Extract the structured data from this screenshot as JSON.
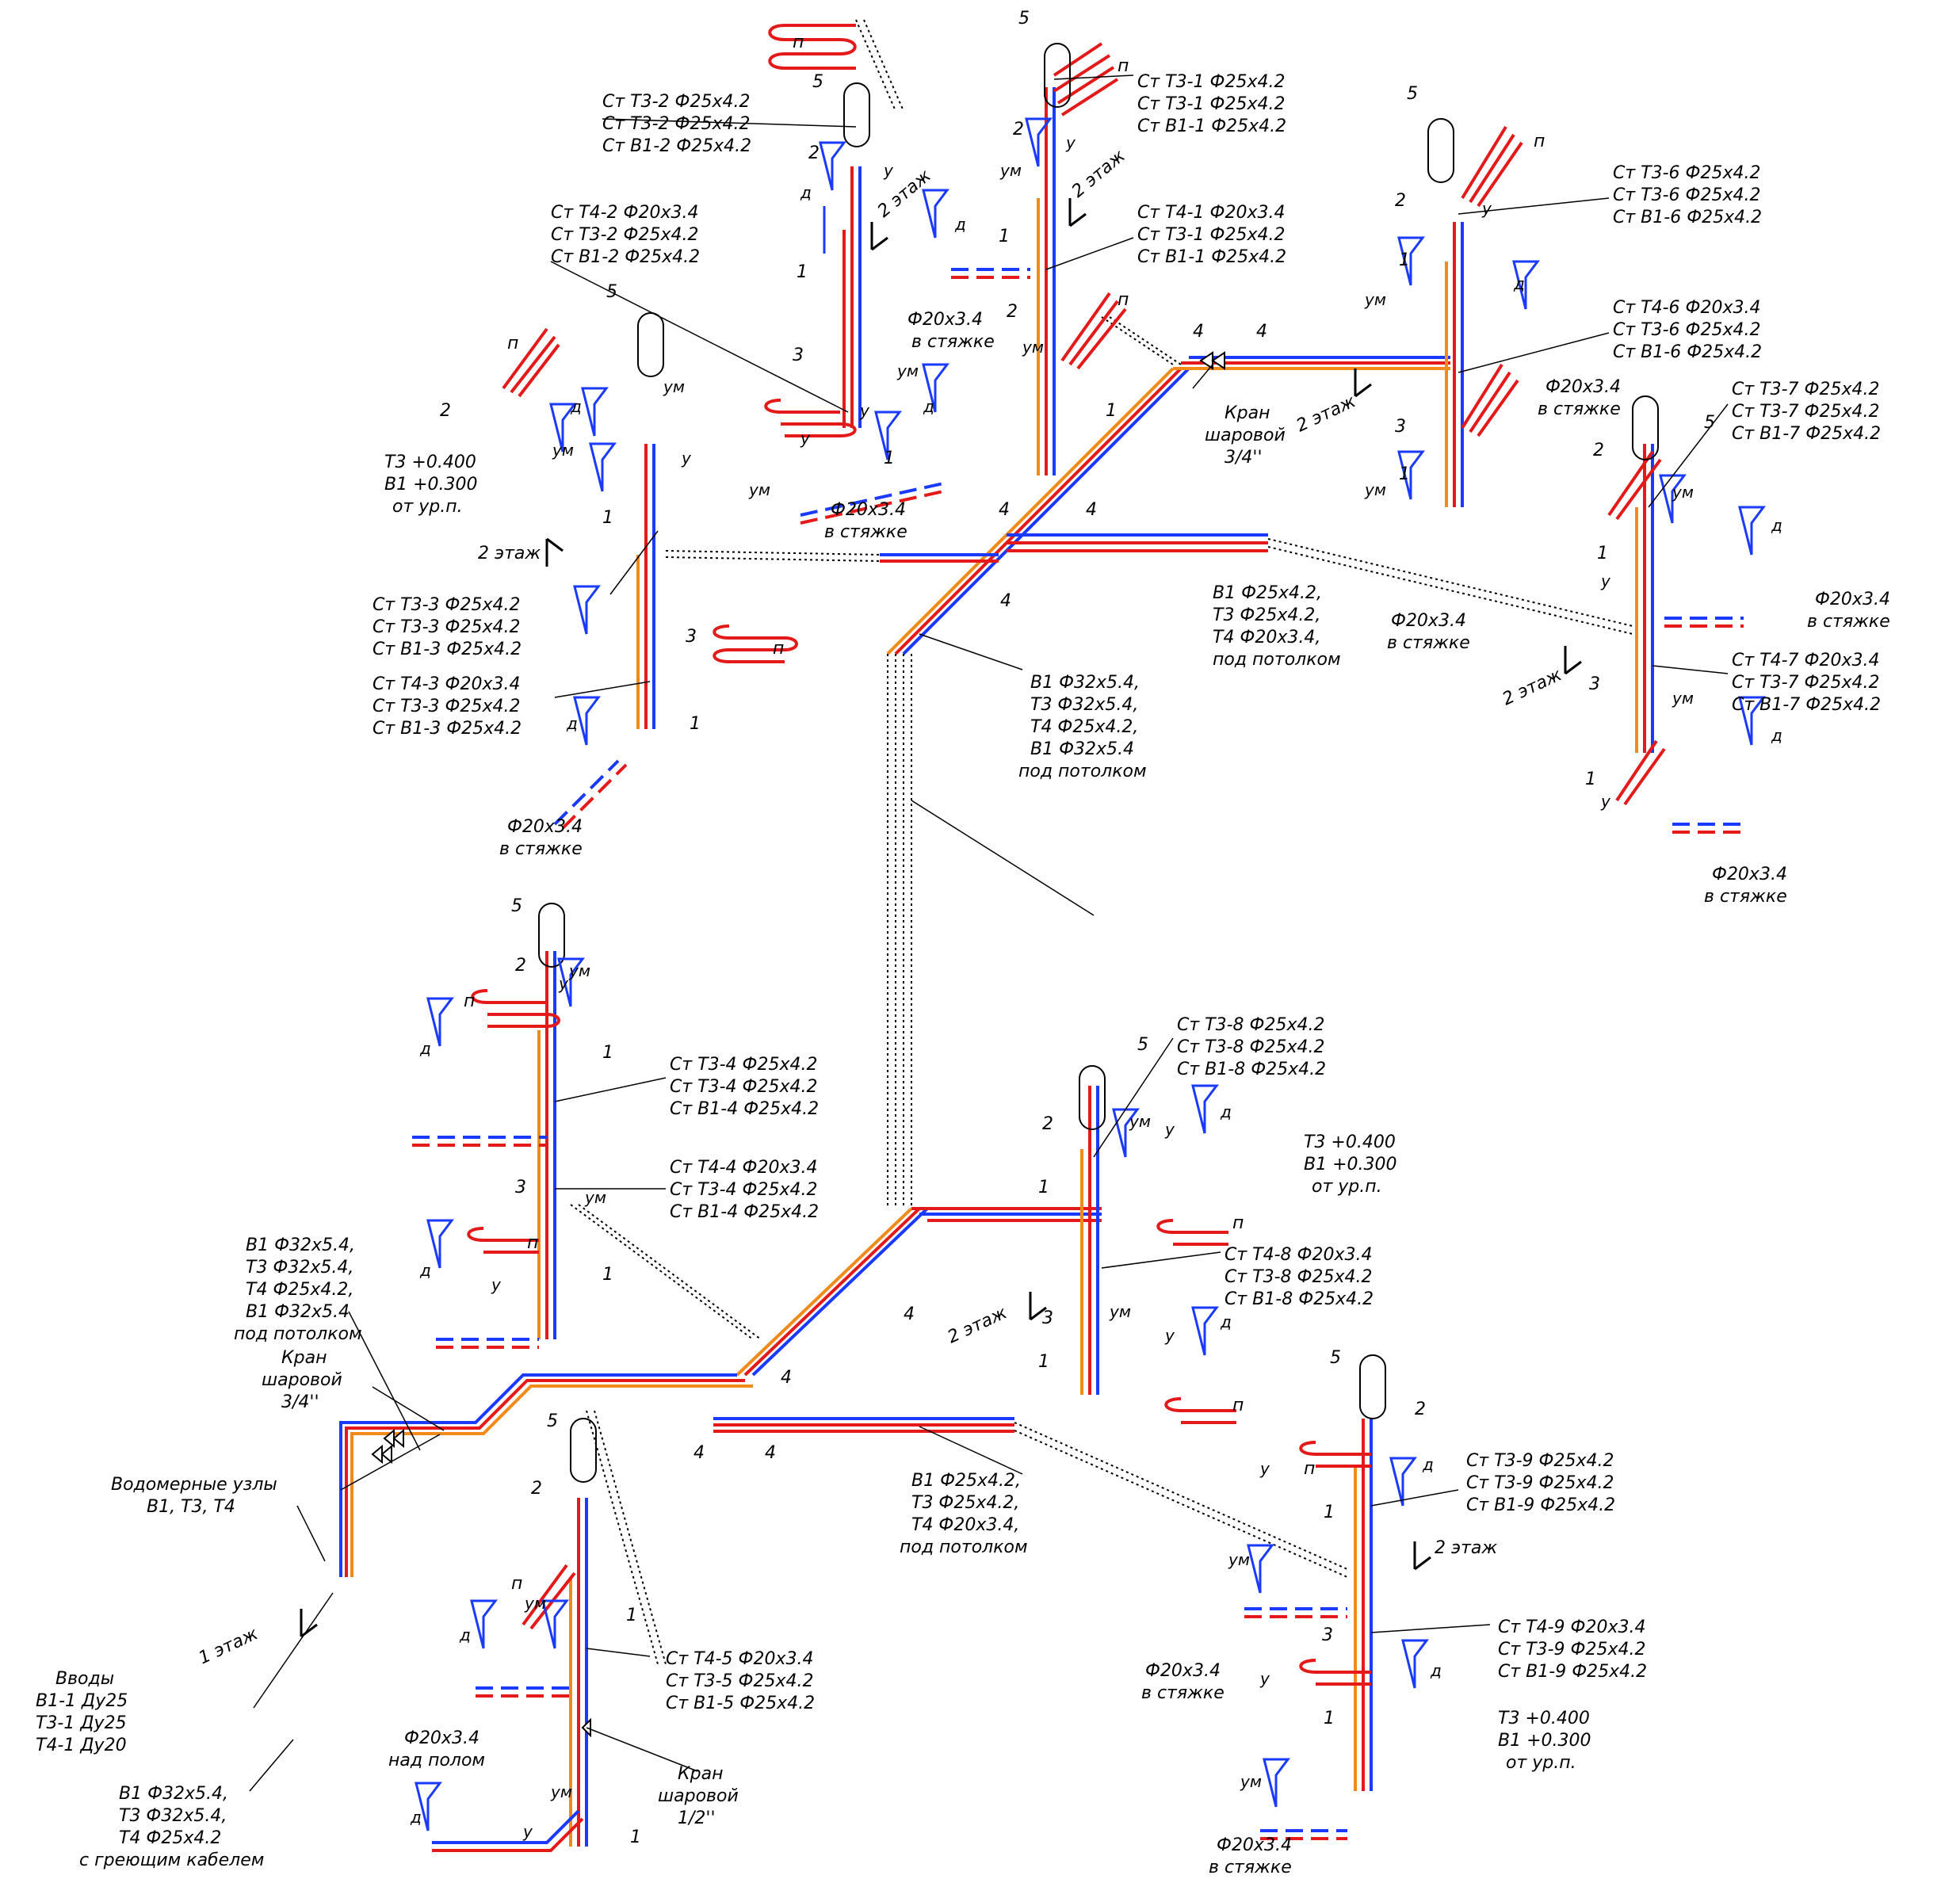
{
  "colors": {
    "cold_water_B1": "#1a3aff",
    "hot_water_T3": "#e41a1a",
    "circulation_T4": "#f08a1a",
    "drawing_lines": "#000000",
    "fixtures": "#1a3aff"
  },
  "labels": {
    "st2": [
      "Ст Т3-2 Ф25х4.2",
      "Ст Т3-2 Ф25х4.2",
      "Ст В1-2 Ф25х4.2"
    ],
    "st2b": [
      "Ст Т4-2 Ф20х3.4",
      "Ст Т3-2 Ф25х4.2",
      "Ст В1-2 Ф25х4.2"
    ],
    "st1": [
      "Ст Т3-1 Ф25х4.2",
      "Ст Т3-1 Ф25х4.2",
      "Ст В1-1 Ф25х4.2"
    ],
    "st1b": [
      "Ст Т4-1 Ф20х3.4",
      "Ст Т3-1 Ф25х4.2",
      "Ст В1-1 Ф25х4.2"
    ],
    "st6": [
      "Ст Т3-6 Ф25х4.2",
      "Ст Т3-6 Ф25х4.2",
      "Ст В1-6 Ф25х4.2"
    ],
    "st6b": [
      "Ст Т4-6 Ф20х3.4",
      "Ст Т3-6 Ф25х4.2",
      "Ст В1-6 Ф25х4.2"
    ],
    "st7": [
      "Ст Т3-7 Ф25х4.2",
      "Ст Т3-7 Ф25х4.2",
      "Ст В1-7 Ф25х4.2"
    ],
    "st7b": [
      "Ст Т4-7 Ф20х3.4",
      "Ст Т3-7 Ф25х4.2",
      "Ст В1-7 Ф25х4.2"
    ],
    "st3": [
      "Ст Т3-3 Ф25х4.2",
      "Ст Т3-3 Ф25х4.2",
      "Ст В1-3 Ф25х4.2"
    ],
    "st3b": [
      "Ст Т4-3 Ф20х3.4",
      "Ст Т3-3 Ф25х4.2",
      "Ст В1-3 Ф25х4.2"
    ],
    "st4": [
      "Ст Т3-4 Ф25х4.2",
      "Ст Т3-4 Ф25х4.2",
      "Ст В1-4 Ф25х4.2"
    ],
    "st4b": [
      "Ст Т4-4 Ф20х3.4",
      "Ст Т3-4 Ф25х4.2",
      "Ст В1-4 Ф25х4.2"
    ],
    "st8": [
      "Ст Т3-8 Ф25х4.2",
      "Ст Т3-8 Ф25х4.2",
      "Ст В1-8 Ф25х4.2"
    ],
    "st8b": [
      "Ст Т4-8 Ф20х3.4",
      "Ст Т3-8 Ф25х4.2",
      "Ст В1-8 Ф25х4.2"
    ],
    "st9": [
      "Ст Т3-9 Ф25х4.2",
      "Ст Т3-9 Ф25х4.2",
      "Ст В1-9 Ф25х4.2"
    ],
    "st9b": [
      "Ст Т4-9 Ф20х3.4",
      "Ст Т3-9 Ф25х4.2",
      "Ст В1-9 Ф25х4.2"
    ],
    "st5b": [
      "Ст Т4-5 Ф20х3.4",
      "Ст Т3-5 Ф25х4.2",
      "Ст В1-5 Ф25х4.2"
    ],
    "main_upper": [
      "В1 Ф32х5.4,",
      "Т3 Ф32х5.4,",
      "Т4 Ф25х4.2,",
      "В1 Ф32х5.4",
      "под потолком"
    ],
    "main_left": [
      "В1 Ф32х5.4,",
      "Т3 Ф32х5.4,",
      "Т4 Ф25х4.2,",
      "В1 Ф32х5.4",
      "под потолком"
    ],
    "branch_upper": [
      "В1 Ф25х4.2,",
      "Т3 Ф25х4.2,",
      "Т4 Ф20х3.4,",
      "под потолком"
    ],
    "branch_lower": [
      "В1 Ф25х4.2,",
      "Т3 Ф25х4.2,",
      "Т4 Ф20х3.4,",
      "под потолком"
    ],
    "entry_pipes": [
      "В1 Ф32х5.4,",
      "Т3 Ф32х5.4,",
      "Т4 Ф25х4.2",
      "с греющим кабелем"
    ],
    "inputs": [
      "Вводы",
      "В1-1 Ду25",
      "Т3-1 Ду25",
      "Т4-1 Ду20"
    ],
    "meters": [
      "Водомерные узлы",
      "В1, Т3, Т4"
    ],
    "valve34_top": [
      "Кран",
      "шаровой",
      "3/4''"
    ],
    "valve34_left": [
      "Кран",
      "шаровой",
      "3/4''"
    ],
    "valve12": [
      "Кран",
      "шаровой",
      "1/2''"
    ],
    "elev_a": [
      "Т3 +0.400",
      "В1 +0.300",
      "от ур.п."
    ],
    "elev_b": [
      "Т3 +0.400",
      "В1 +0.300",
      "от ур.п."
    ],
    "elev_c": [
      "Т3 +0.400",
      "В1 +0.300",
      "от ур.п."
    ],
    "screed": [
      "Ф20х3.4",
      "в стяжке"
    ],
    "over_floor": [
      "Ф20х3.4",
      "над полом"
    ],
    "floor2": "2 этаж",
    "floor1": "1 этаж",
    "marks": {
      "n": "п",
      "u": "у",
      "um": "ум",
      "d": "д",
      "m1": "1",
      "m2": "2",
      "m3": "3",
      "m4": "4",
      "m5": "5"
    }
  }
}
